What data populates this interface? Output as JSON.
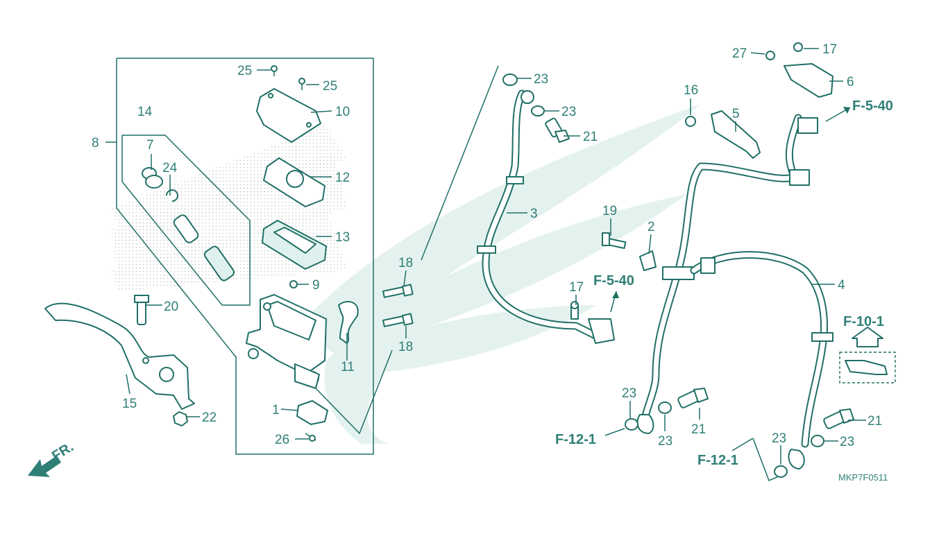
{
  "labels": {
    "l1": "1",
    "l2": "2",
    "l3": "3",
    "l4": "4",
    "l5": "5",
    "l6": "6",
    "l7": "7",
    "l8": "8",
    "l9": "9",
    "l10": "10",
    "l11": "11",
    "l12": "12",
    "l13": "13",
    "l14": "14",
    "l15": "15",
    "l16": "16",
    "l17a": "17",
    "l17b": "17",
    "l18a": "18",
    "l18b": "18",
    "l19": "19",
    "l20": "20",
    "l21a": "21",
    "l21b": "21",
    "l21c": "21",
    "l22": "22",
    "l23a": "23",
    "l23b": "23",
    "l23c": "23",
    "l23d": "23",
    "l23e": "23",
    "l23f": "23",
    "l24": "24",
    "l25a": "25",
    "l25b": "25",
    "l26": "26",
    "l27": "27"
  },
  "references": {
    "f540_top": "F-5-40",
    "f540_mid": "F-5-40",
    "f101": "F-10-1",
    "f121_left": "F-12-1",
    "f121_right": "F-12-1"
  },
  "direction": "FR.",
  "diagram_code": "MKP7F0511",
  "colors": {
    "line": "#1f6f66",
    "label": "#2f7f76",
    "watermark": "#e4f2ef"
  }
}
